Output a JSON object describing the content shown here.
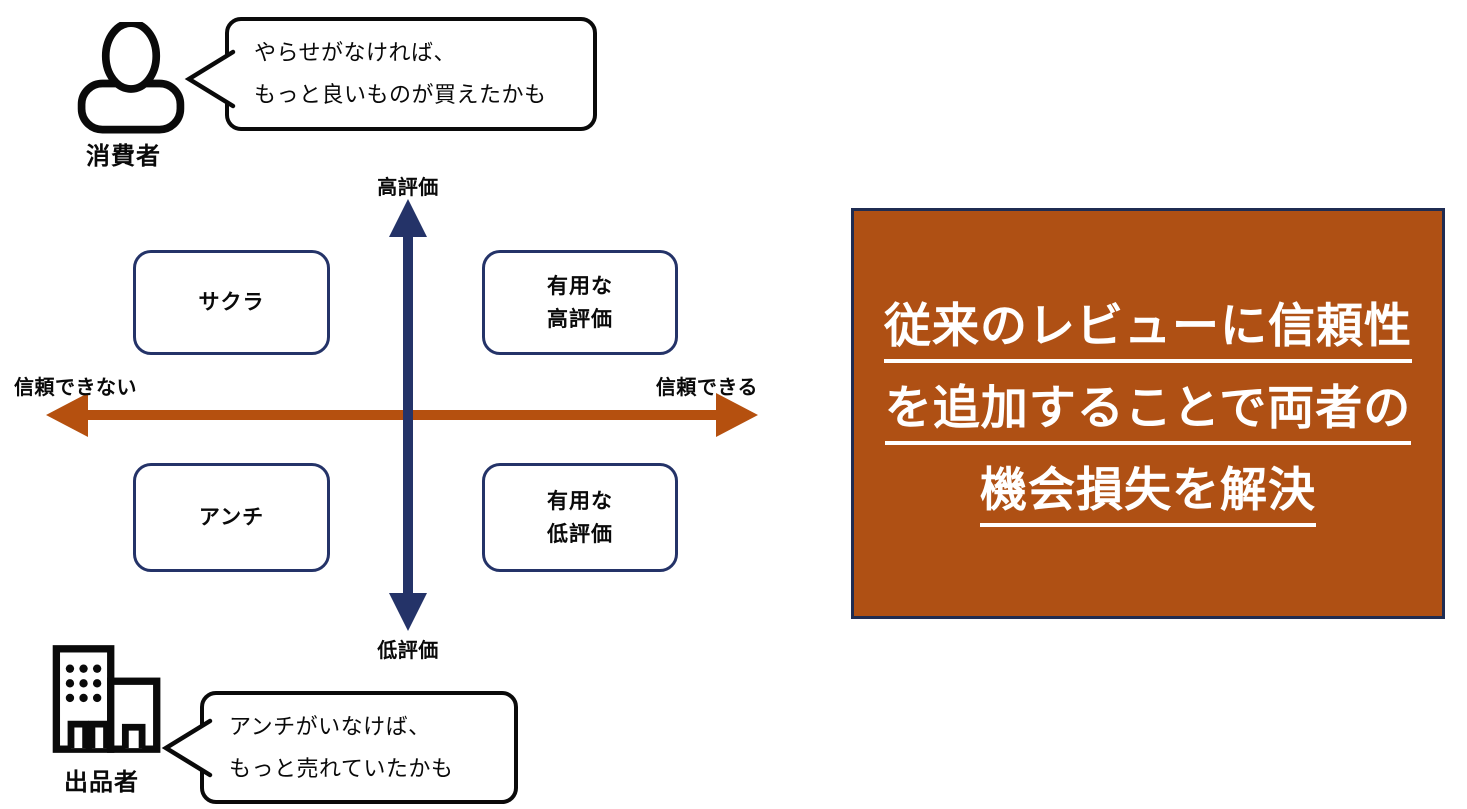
{
  "consumer": {
    "label": "消費者",
    "speech": {
      "line1": "やらせがなければ、",
      "line2": "もっと良いものが買えたかも"
    }
  },
  "seller": {
    "label": "出品者",
    "speech": {
      "line1": "アンチがいなけば、",
      "line2": "もっと売れていたかも"
    }
  },
  "matrix": {
    "axis_top": "高評価",
    "axis_bottom": "低評価",
    "axis_left": "信頼できない",
    "axis_right": "信頼できる",
    "quadrant_top_left": "サクラ",
    "quadrant_top_right": {
      "line1": "有用な",
      "line2": "高評価"
    },
    "quadrant_bottom_left": "アンチ",
    "quadrant_bottom_right": {
      "line1": "有用な",
      "line2": "低評価"
    }
  },
  "solution_panel": {
    "line1": "従来のレビューに信頼性",
    "line2": "を追加することで両者の",
    "line3": "機会損失を解決"
  },
  "colors": {
    "navy": "#243368",
    "orange": "#B5500F",
    "panel_background": "#AF5014",
    "panel_border": "#1F2C52",
    "icon_black": "#0A0A0A",
    "text_white": "#FFFFFF"
  }
}
